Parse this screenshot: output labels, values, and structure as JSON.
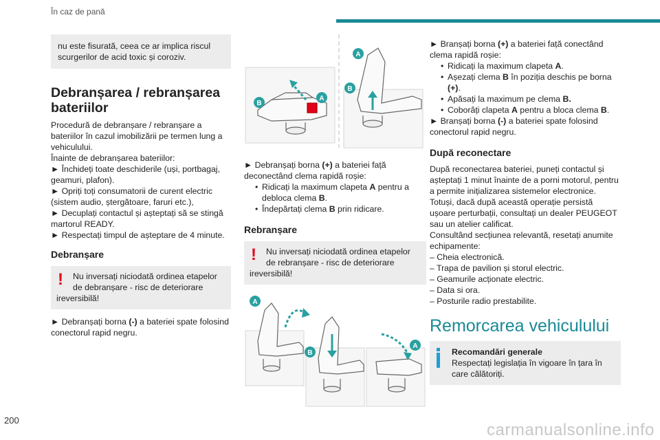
{
  "header": {
    "section_label": "În caz de pană",
    "page_number": "200"
  },
  "watermark": "carmanualsonline.info",
  "col1": {
    "note_text": "nu este fisurată, ceea ce ar implica riscul scurgerilor de acid toxic și coroziv.",
    "title": "Debranșarea / rebranșarea bateriilor",
    "intro_line1": "Procedură de debranșare / rebranșare a bateriilor în cazul imobilizării pe termen lung a vehiculului.",
    "intro_line2": "Înainte de debranșarea bateriilor:",
    "steps": [
      "► Închideți toate deschiderile (uși, portbagaj, geamuri, plafon).",
      "► Opriți toți consumatorii de curent electric (sistem audio, ștergătoare, faruri etc.),",
      "► Decuplați contactul și așteptați să se stingă martorul READY.",
      "► Respectați timpul de așteptare de 4 minute."
    ],
    "subheading": "Debranșare",
    "warning_line1": "Nu inversați niciodată ordinea etapelor",
    "warning_line2": "de debranșare - risc de deteriorare",
    "warning_line3": "ireversibilă!",
    "final_pre": "► Debranșați borna ",
    "final_bold": "(-)",
    "final_post": " a bateriei spate folosind conectorul rapid negru."
  },
  "col2": {
    "diag_labels": {
      "a": "A",
      "b": "B"
    },
    "step_pre": "► Debranșați borna ",
    "step_bold": "(+)",
    "step_post": " a bateriei față deconectând clema rapidă roșie:",
    "bullet1_pre": "Ridicați la maximum clapeta ",
    "bullet1_bold": "A",
    "bullet1_post": " pentru a debloca clema ",
    "bullet1_bold2": "B",
    "bullet1_end": ".",
    "bullet2_pre": "Îndepărtați clema ",
    "bullet2_bold": "B",
    "bullet2_post": " prin ridicare.",
    "subheading": "Rebranșare",
    "warning_line1": "Nu inversați niciodată ordinea etapelor",
    "warning_line2": "de rebranșare - risc de deteriorare",
    "warning_line3": "ireversibilă!"
  },
  "col3": {
    "step_pre": "► Branșați borna ",
    "step_bold": "(+)",
    "step_post": " a bateriei față conectând clema rapidă roșie:",
    "b1_pre": "Ridicați la maximum clapeta ",
    "b1_bold": "A",
    "b1_post": ".",
    "b2_pre": "Așezați clema ",
    "b2_bold": "B",
    "b2_post": " în poziția deschis pe borna ",
    "b2_bold2": "(+)",
    "b2_end": ".",
    "b3_pre": "Apăsați la maximum pe clema ",
    "b3_bold": "B.",
    "b4_pre": "Coborâți clapeta ",
    "b4_bold": "A",
    "b4_post": " pentru a bloca clema ",
    "b4_bold2": "B",
    "b4_end": ".",
    "step2_pre": "► Branșați borna ",
    "step2_bold": "(-)",
    "step2_post": " a bateriei spate folosind conectorul rapid negru.",
    "subheading": "După reconectare",
    "after_text": "După reconectarea bateriei, puneți contactul și așteptați 1 minut înainte de a porni motorul, pentru a permite inițializarea sistemelor electronice.",
    "after_text2": "Totuși, dacă după această operație persistă ușoare perturbații, consultați un dealer PEUGEOT sau un atelier calificat.",
    "after_text3": "Consultând secțiunea relevantă, resetați anumite echipamente:",
    "dash_items": [
      "–  Cheia electronică.",
      "–  Trapa de pavilion și storul electric.",
      "–  Geamurile acționate electric.",
      "–  Data si ora.",
      "–  Posturile radio prestabilite."
    ],
    "big_title": "Remorcarea vehiculului",
    "info_title": "Recomandări generale",
    "info_text": "Respectați legislația în vigoare în țara în care călătoriți."
  },
  "colors": {
    "teal": "#1a8a95",
    "red": "#e2001a",
    "info_blue": "#1e9fd6",
    "label_teal": "#2aa0a0"
  }
}
